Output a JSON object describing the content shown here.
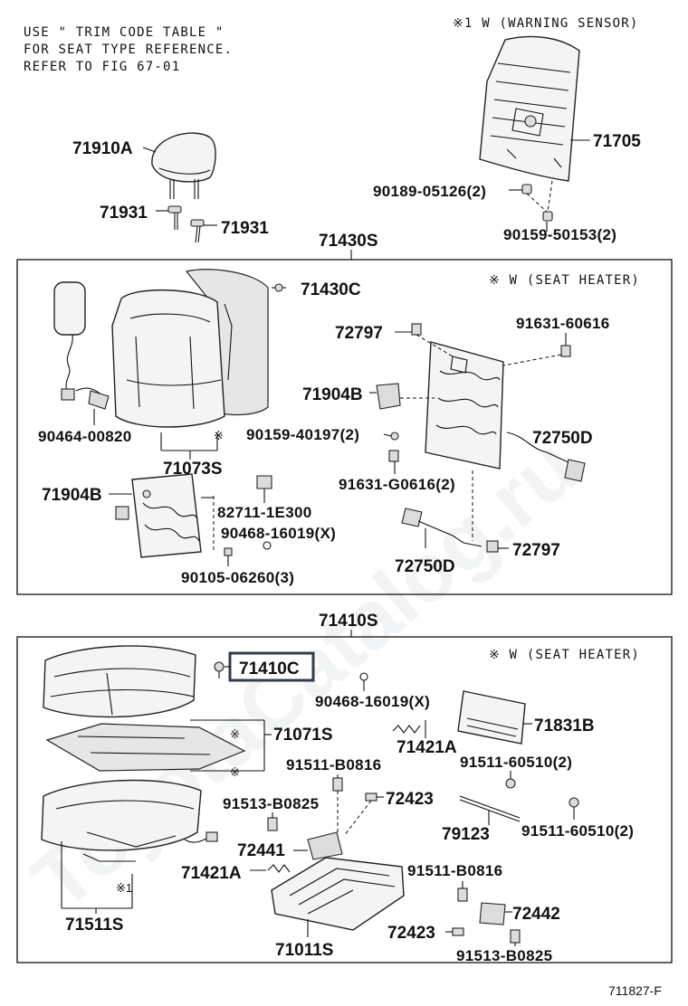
{
  "notes": {
    "trim": [
      "USE \" TRIM CODE TABLE \"",
      "FOR SEAT TYPE REFERENCE.",
      "REFER TO FIG 67-01"
    ],
    "warning_sensor": "※1 W (WARNING SENSOR)",
    "seat_heater_upper": "※ W (SEAT HEATER)",
    "seat_heater_lower": "※ W (SEAT HEATER)"
  },
  "watermark": "ToyotaCatalog.ru",
  "figure_id": "711827-F",
  "groups": {
    "upper": "71430S",
    "lower": "71410S"
  },
  "marks": {
    "ref": "※",
    "ref1": "※1"
  },
  "parts": {
    "p71910A": "71910A",
    "p71931a": "71931",
    "p71931b": "71931",
    "p71705": "71705",
    "p90189": "90189-05126(2)",
    "p90159a": "90159-50153(2)",
    "p71430C": "71430C",
    "p72797a": "72797",
    "p91631a": "91631-60616",
    "p71904Ba": "71904B",
    "p90159b": "90159-40197(2)",
    "p72750Da": "72750D",
    "p90464": "90464-00820",
    "p71073S": "71073S",
    "p91631b": "91631-G0616(2)",
    "p71904Bb": "71904B",
    "p82711": "82711-1E300",
    "p90468a": "90468-16019(X)",
    "p72797b": "72797",
    "p72750Db": "72750D",
    "p90105": "90105-06260(3)",
    "p71410C": "71410C",
    "p90468b": "90468-16019(X)",
    "p71831B": "71831B",
    "p71071S": "71071S",
    "p71421Aa": "71421A",
    "p91511a": "91511-B0816",
    "p91511b": "91511-60510(2)",
    "p91513a": "91513-B0825",
    "p72423a": "72423",
    "p79123": "79123",
    "p91511c": "91511-60510(2)",
    "p72441": "72441",
    "p71421Ab": "71421A",
    "p91511d": "91511-B0816",
    "p72442": "72442",
    "p71511S": "71511S",
    "p72423b": "72423",
    "p71011S": "71011S",
    "p91513b": "91513-B0825"
  }
}
